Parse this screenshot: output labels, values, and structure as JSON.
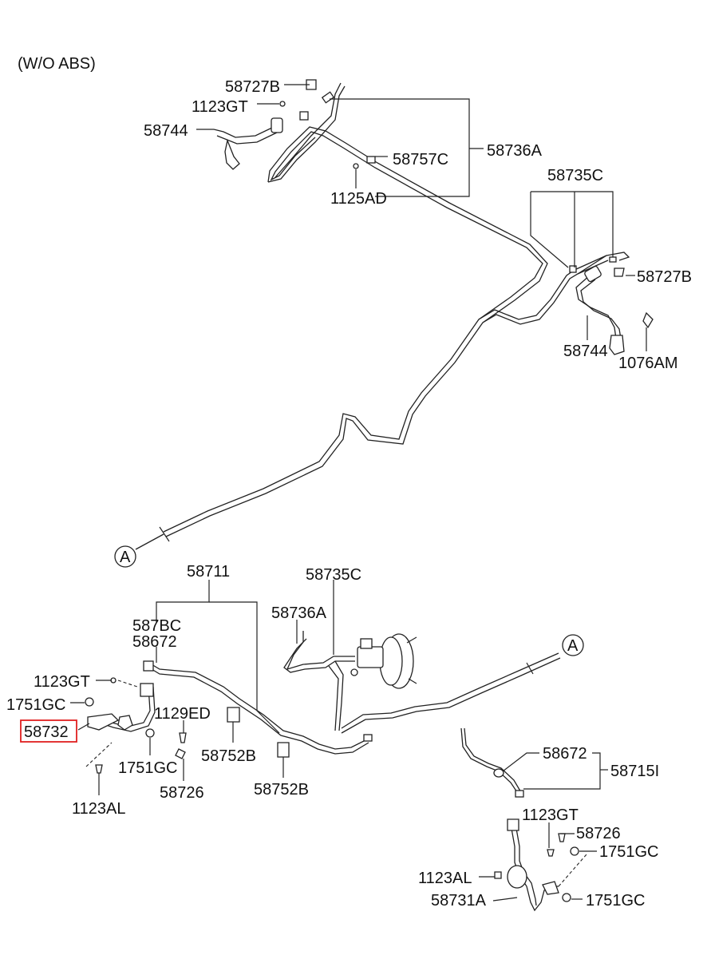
{
  "header": {
    "variant": "(W/O ABS)"
  },
  "connector": "A",
  "highlight_color": "#e02020",
  "labels": {
    "p58727B_a": "58727B",
    "p1123GT_a": "1123GT",
    "p58744_a": "58744",
    "p58757C": "58757C",
    "p58736A_a": "58736A",
    "p1125AD": "1125AD",
    "p58735C_a": "58735C",
    "p58727B_b": "58727B",
    "p58744_b": "58744",
    "p1076AM": "1076AM",
    "p58711": "58711",
    "p58735C_b": "58735C",
    "p587BC": "587BC",
    "p58672_a": "58672",
    "p58736A_b": "58736A",
    "p1123GT_b": "1123GT",
    "p1751GC_a": "1751GC",
    "p58732": "58732",
    "p1129ED": "1129ED",
    "p58752B_a": "58752B",
    "p1751GC_b": "1751GC",
    "p58726_a": "58726",
    "p58752B_b": "58752B",
    "p1123AL_a": "1123AL",
    "p58672_b": "58672",
    "p58715I": "58715I",
    "p1123GT_c": "1123GT",
    "p58726_b": "58726",
    "p1751GC_c": "1751GC",
    "p1123AL_b": "1123AL",
    "p58731A": "58731A",
    "p1751GC_d": "1751GC"
  },
  "highlighted_part": "58732"
}
